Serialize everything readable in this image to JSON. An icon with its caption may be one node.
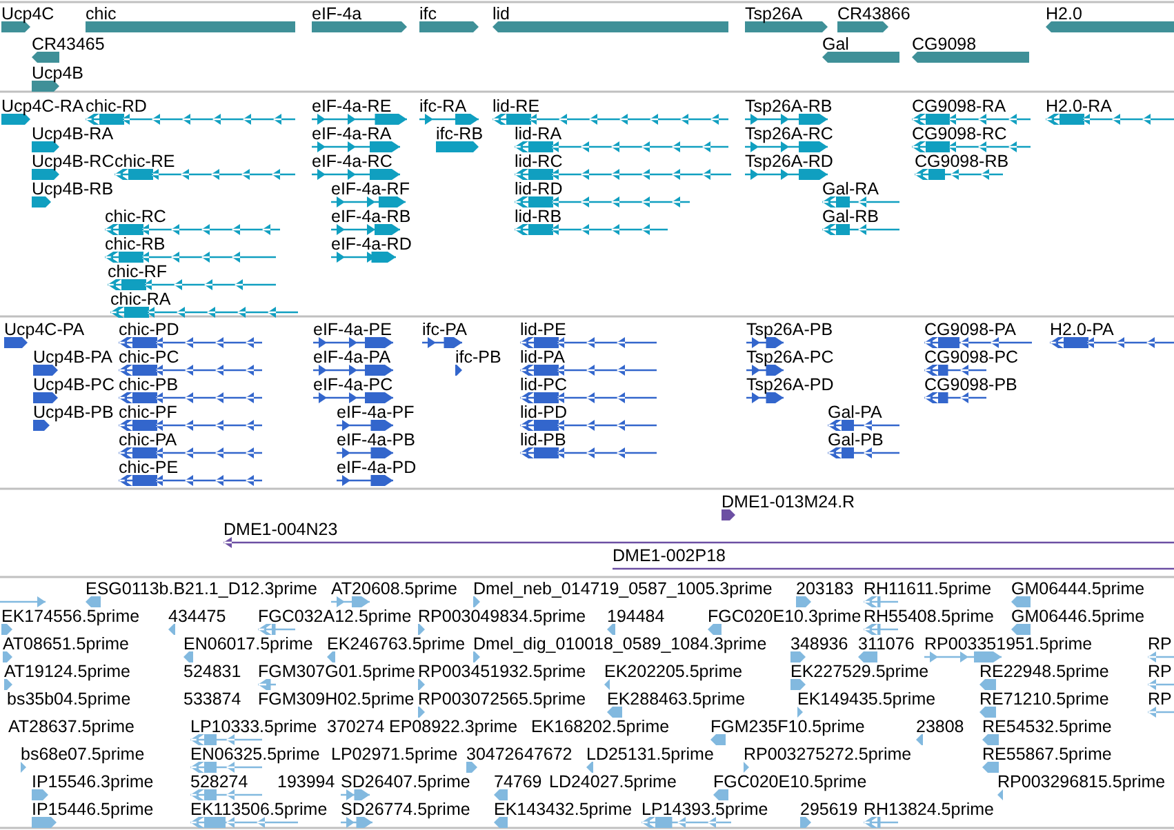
{
  "diagram": {
    "labels": [
      "Ucp4C",
      "chic",
      "eIF-4a",
      "ifc",
      "lid",
      "Tsp26A",
      "CR43866",
      "H2.0",
      "CR43465",
      "Gal",
      "CG9098",
      "Ucp4B",
      "Ucp4C-RA",
      "chic-RD",
      "eIF-4a-RE",
      "ifc-RA",
      "lid-RE",
      "Tsp26A-RB",
      "CG9098-RA",
      "H2.0-RA",
      "Ucp4B-RA",
      "eIF-4a-RA",
      "ifc-RB",
      "lid-RA",
      "Tsp26A-RC",
      "CG9098-RC",
      "Ucp4B-RC",
      "chic-RE",
      "eIF-4a-RC",
      "lid-RC",
      "Tsp26A-RD",
      "CG9098-RB",
      "Ucp4B-RB",
      "eIF-4a-RF",
      "lid-RD",
      "Gal-RA",
      "chic-RC",
      "eIF-4a-RB",
      "lid-RB",
      "Gal-RB",
      "chic-RB",
      "eIF-4a-RD",
      "chic-RF",
      "chic-RA",
      "Ucp4C-PA",
      "chic-PD",
      "eIF-4a-PE",
      "ifc-PA",
      "lid-PE",
      "Tsp26A-PB",
      "CG9098-PA",
      "H2.0-PA",
      "Ucp4B-PA",
      "chic-PC",
      "eIF-4a-PA",
      "ifc-PB",
      "lid-PA",
      "Tsp26A-PC",
      "CG9098-PC",
      "Ucp4B-PC",
      "chic-PB",
      "eIF-4a-PC",
      "lid-PC",
      "Tsp26A-PD",
      "CG9098-PB",
      "Ucp4B-PB",
      "chic-PF",
      "eIF-4a-PF",
      "lid-PD",
      "Gal-PA",
      "chic-PA",
      "eIF-4a-PB",
      "lid-PB",
      "Gal-PB",
      "chic-PE",
      "eIF-4a-PD",
      "DME1-013M24.R",
      "DME1-004N23",
      "DME1-002P18",
      "ESG0113b.B21.1_D12.3prime",
      "AT20608.5prime",
      "Dmel_neb_014719_0587_1005.3prime",
      "203183",
      "RH11611.5prime",
      "GM06444.5prime",
      "EK174556.5prime",
      "434475",
      "FGC032A12.5prime",
      "RP003049834.5prime",
      "194484",
      "FGC020E10.3prime",
      "RH55408.5prime",
      "GM06446.5prime",
      "AT08651.5prime",
      "EN06017.5prime",
      "EK246763.5prime",
      "Dmel_dig_010018_0589_1084.3prime",
      "348936",
      "311076",
      "RP003351951.5prime",
      "RP",
      "AT19124.5prime",
      "524831",
      "FGM307G01.5prime",
      "RP003451932.5prime",
      "EK202205.5prime",
      "EK227529.5prime",
      "RE22948.5prime",
      "RP",
      "bs35b04.5prime",
      "533874",
      "FGM309H02.5prime",
      "RP003072565.5prime",
      "EK288463.5prime",
      "EK149435.5prime",
      "RE71210.5prime",
      "RP",
      "AT28637.5prime",
      "LP10333.5prime",
      "370274",
      "EP08922.3prime",
      "EK168202.5prime",
      "FGM235F10.5prime",
      "23808",
      "RE54532.5prime",
      "bs68e07.5prime",
      "EN06325.5prime",
      "LP02971.5prime",
      "304726",
      "47672",
      "LD25131.5prime",
      "RP003275272.5prime",
      "RE55867.5prime",
      "IP15546.3prime",
      "528274",
      "193994",
      "SD26407.5prime",
      "74769",
      "LD24027.5prime",
      "FGC020E10.5prime",
      "RP003296815.5prime",
      "IP15446.5prime",
      "EK113506.5prime",
      "SD26774.5prime",
      "EK143432.5prime",
      "LP14393.5prime",
      "295619",
      "RH13824.5prime"
    ]
  }
}
